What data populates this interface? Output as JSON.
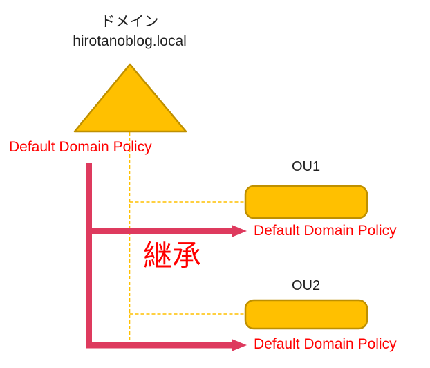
{
  "diagram_title": "Group Policy inheritance diagram",
  "domain": {
    "label": "ドメイン",
    "name": "hirotanoblog.local",
    "policy_label": "Default Domain Policy"
  },
  "inheritance_label": "継承",
  "ous": [
    {
      "label": "OU1",
      "policy_label": "Default Domain Policy"
    },
    {
      "label": "OU2",
      "policy_label": "Default Domain Policy"
    }
  ],
  "colors": {
    "shape_fill": "#FFC000",
    "shape_border": "#BF9000",
    "arrow_crimson": "#DE3A5E",
    "text_red": "#FF0000",
    "text_black": "#1f1f1f"
  }
}
